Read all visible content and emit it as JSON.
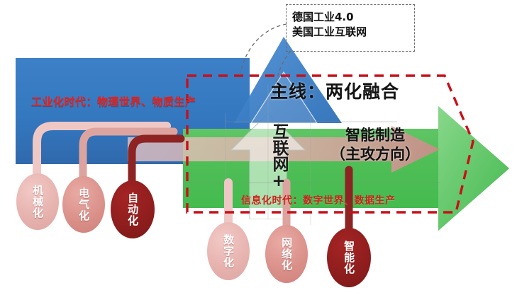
{
  "diagram": {
    "title_callout": {
      "line1": "德国工业4.0",
      "line2": "美国工业互联网"
    },
    "main_line_label": "主线：两化融合",
    "industrial_band": {
      "label": "工业化时代：物理世界、物质生产",
      "color": "#3478C0",
      "text_color": "#E8201B"
    },
    "information_band": {
      "label": "信息化时代：数字世界、数据生产",
      "color": "#55C25A",
      "text_color": "#C8241A"
    },
    "vertical_label": "互联网+",
    "smart_manufacturing": {
      "line1": "智能制造",
      "line2": "（主攻方向）"
    },
    "top_nodes": [
      {
        "label": "机械化",
        "tone": "light"
      },
      {
        "label": "电气化",
        "tone": "mid"
      },
      {
        "label": "自动化",
        "tone": "dark"
      }
    ],
    "bottom_nodes": [
      {
        "label": "数字化",
        "tone": "light"
      },
      {
        "label": "网络化",
        "tone": "mid"
      },
      {
        "label": "智能化",
        "tone": "dark"
      }
    ],
    "colors": {
      "blue": "#3478C0",
      "green": "#55C25A",
      "pink": "#E4B4B2",
      "dark_red": "#8d1d1d",
      "dashed_red": "#C8101A",
      "dashed_gray": "#6b6b6b"
    }
  }
}
